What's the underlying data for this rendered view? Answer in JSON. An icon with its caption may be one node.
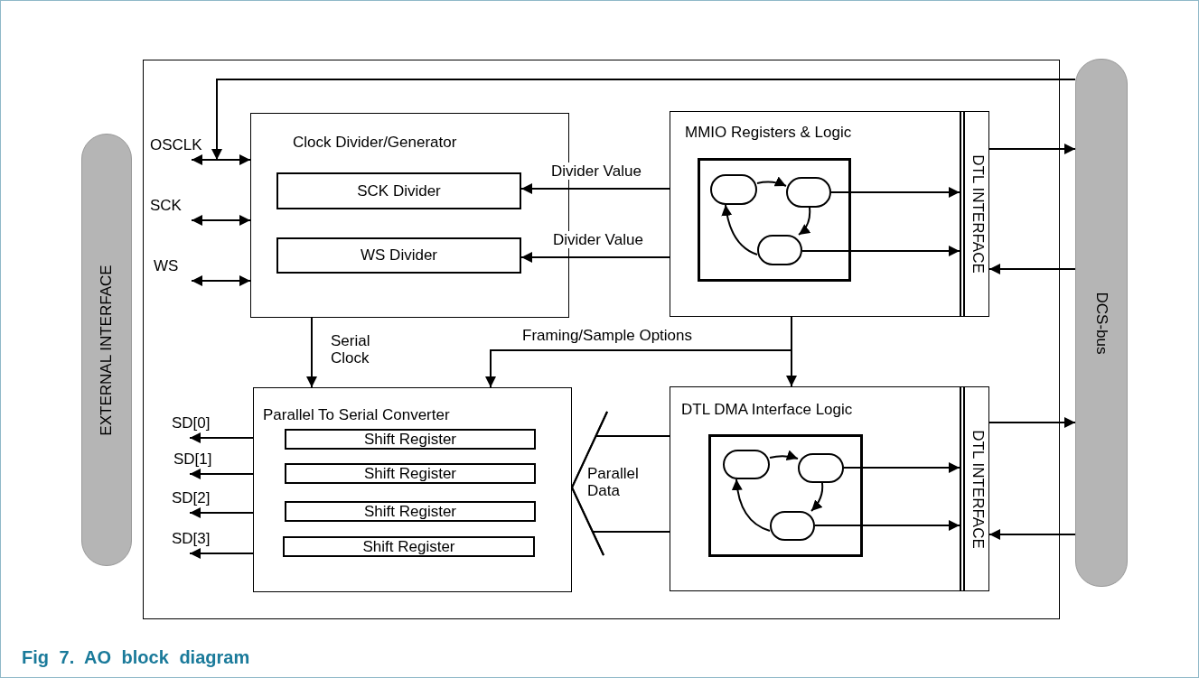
{
  "diagram": {
    "caption": "Fig 7. AO block diagram",
    "nodes": [
      {
        "text": [
          "EXTERNAL INTERFACE"
        ]
      },
      {
        "text": [
          "OSCLK"
        ]
      },
      {
        "text": [
          "SCK"
        ]
      },
      {
        "text": [
          "WS"
        ]
      },
      {
        "text": [
          "Clock Divider/Generator"
        ]
      },
      {
        "text": [
          "SCK Divider"
        ],
        "in": 4
      },
      {
        "text": [
          "WS Divider"
        ],
        "in": 4
      },
      {
        "text": [
          "MMIO Registers & Logic"
        ]
      },
      {
        "text": [],
        "shape": "box",
        "in": 7
      },
      {
        "text": [],
        "shape": "box",
        "in": 8
      },
      {
        "text": [],
        "shape": "box",
        "in": 8
      },
      {
        "text": [],
        "shape": "box",
        "in": 8
      },
      {
        "text": [
          "DTL INTERFACE"
        ],
        "in": 7
      },
      {
        "text": [
          "Parallel To Serial Converter"
        ]
      },
      {
        "text": [
          "Shift Register"
        ],
        "in": 13
      },
      {
        "text": [
          "Shift Register"
        ],
        "in": 13
      },
      {
        "text": [
          "Shift Register"
        ],
        "in": 13
      },
      {
        "text": [
          "Shift Register"
        ],
        "in": 13
      },
      {
        "text": [
          "SD[0]"
        ]
      },
      {
        "text": [
          "SD[1]"
        ]
      },
      {
        "text": [
          "SD[2]"
        ]
      },
      {
        "text": [
          "SD[3]"
        ]
      },
      {
        "text": [
          "DTL DMA Interface Logic"
        ]
      },
      {
        "text": [],
        "shape": "box",
        "in": 22
      },
      {
        "text": [],
        "shape": "box",
        "in": 23
      },
      {
        "text": [],
        "shape": "box",
        "in": 23
      },
      {
        "text": [],
        "shape": "box",
        "in": 23
      },
      {
        "text": [
          "DTL INTERFACE"
        ],
        "in": 22
      },
      {
        "text": [
          "DCS-bus"
        ]
      }
    ],
    "edges": [
      {
        "from": 28,
        "to": 1,
        "arrow": "to"
      },
      {
        "from": 1,
        "to": 4,
        "arrow": "both"
      },
      {
        "from": 2,
        "to": 4,
        "arrow": "both"
      },
      {
        "from": 3,
        "to": 4,
        "arrow": "both"
      },
      {
        "from": 7,
        "to": 5,
        "arrow": "to",
        "label": "Divider Value"
      },
      {
        "from": 7,
        "to": 6,
        "arrow": "to",
        "label": "Divider Value"
      },
      {
        "from": 9,
        "to": 10,
        "arrow": "to"
      },
      {
        "from": 10,
        "to": 11,
        "arrow": "to"
      },
      {
        "from": 11,
        "to": 9,
        "arrow": "to"
      },
      {
        "from": 10,
        "to": 12,
        "arrow": "to"
      },
      {
        "from": 11,
        "to": 12,
        "arrow": "to"
      },
      {
        "from": 12,
        "to": 28,
        "arrow": "to"
      },
      {
        "from": 28,
        "to": 12,
        "arrow": "to"
      },
      {
        "from": 4,
        "to": 13,
        "arrow": "to",
        "label": "Serial Clock"
      },
      {
        "from": 7,
        "to": 13,
        "arrow": "to",
        "label": "Framing/Sample Options"
      },
      {
        "from": 7,
        "to": 22,
        "arrow": "to"
      },
      {
        "from": 22,
        "to": 13,
        "arrow": "to",
        "label": "Parallel Data"
      },
      {
        "from": 13,
        "to": 18,
        "arrow": "to"
      },
      {
        "from": 13,
        "to": 19,
        "arrow": "to"
      },
      {
        "from": 13,
        "to": 20,
        "arrow": "to"
      },
      {
        "from": 13,
        "to": 21,
        "arrow": "to"
      },
      {
        "from": 24,
        "to": 25,
        "arrow": "to"
      },
      {
        "from": 25,
        "to": 26,
        "arrow": "to"
      },
      {
        "from": 26,
        "to": 24,
        "arrow": "to"
      },
      {
        "from": 25,
        "to": 27,
        "arrow": "to"
      },
      {
        "from": 26,
        "to": 27,
        "arrow": "to"
      },
      {
        "from": 27,
        "to": 28,
        "arrow": "to"
      },
      {
        "from": 28,
        "to": 27,
        "arrow": "to"
      }
    ]
  }
}
